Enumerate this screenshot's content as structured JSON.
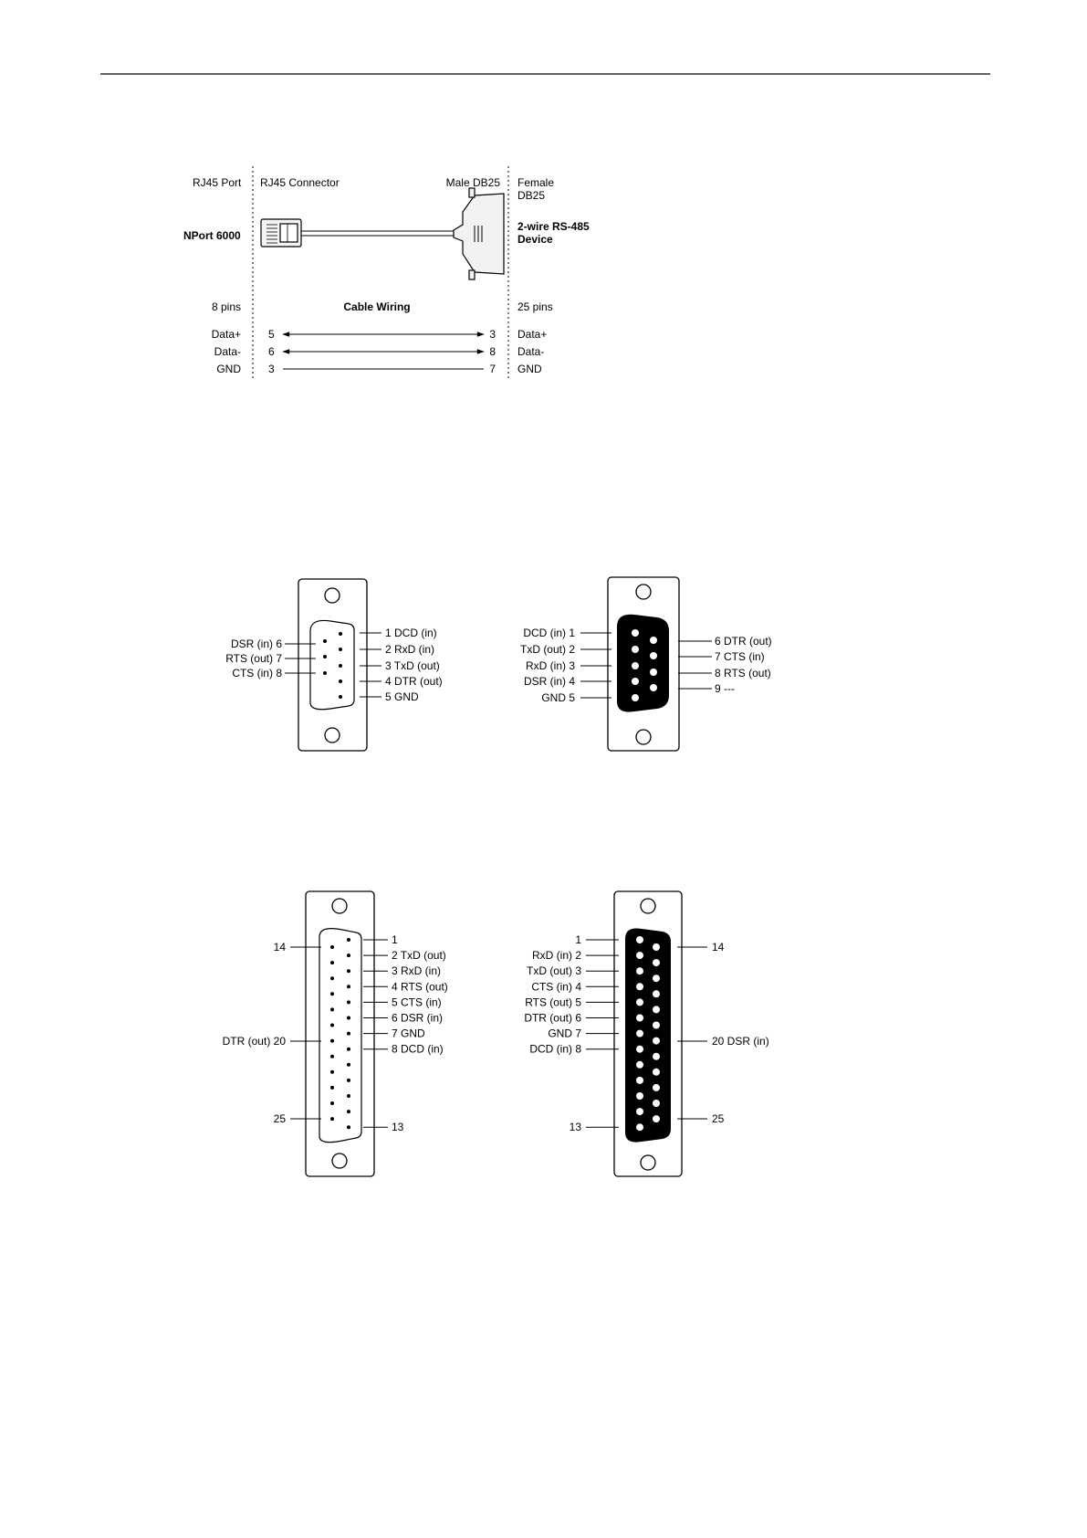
{
  "wiring": {
    "port_header": "RJ45 Port",
    "connector_header": "RJ45 Connector",
    "male_header": "Male DB25",
    "female_header_line1": "Female",
    "female_header_line2": "DB25",
    "device_left": "NPort 6000",
    "device_right_line1": "2-wire RS-485",
    "device_right_line2": "Device",
    "pins_left": "8 pins",
    "cable_title": "Cable Wiring",
    "pins_right": "25 pins",
    "rows": [
      {
        "left_label": "Data+",
        "left_pin": "5",
        "right_pin": "3",
        "right_label": "Data+",
        "arrows": true
      },
      {
        "left_label": "Data-",
        "left_pin": "6",
        "right_pin": "8",
        "right_label": "Data-",
        "arrows": true
      },
      {
        "left_label": "GND",
        "left_pin": "3",
        "right_pin": "7",
        "right_label": "GND",
        "arrows": false
      }
    ]
  },
  "db9_female": {
    "right_labels": [
      "1 DCD (in)",
      "2 RxD (in)",
      "3 TxD (out)",
      "4 DTR (out)",
      "5 GND"
    ],
    "left_labels": [
      "DSR (in) 6",
      "RTS (out) 7",
      "CTS (in) 8"
    ]
  },
  "db9_male": {
    "left_labels": [
      "DCD (in) 1",
      "TxD (out) 2",
      "RxD (in) 3",
      "DSR (in) 4",
      "GND 5"
    ],
    "right_labels": [
      "6 DTR (out)",
      "7 CTS (in)",
      "8 RTS (out)",
      "9 ---"
    ]
  },
  "db25_female": {
    "right_labels": [
      "1",
      "2 TxD (out)",
      "3 RxD (in)",
      "4 RTS (out)",
      "5 CTS (in)",
      "6 DSR (in)",
      "7 GND",
      "8 DCD (in)",
      "13"
    ],
    "left_labels": [
      "14",
      "DTR (out) 20",
      "25"
    ]
  },
  "db25_male": {
    "left_labels": [
      "1",
      "RxD (in) 2",
      "TxD (out) 3",
      "CTS (in) 4",
      "RTS (out) 5",
      "DTR (out) 6",
      "GND 7",
      "DCD (in) 8",
      "13"
    ],
    "right_labels": [
      "14",
      "20 DSR (in)",
      "25"
    ]
  }
}
